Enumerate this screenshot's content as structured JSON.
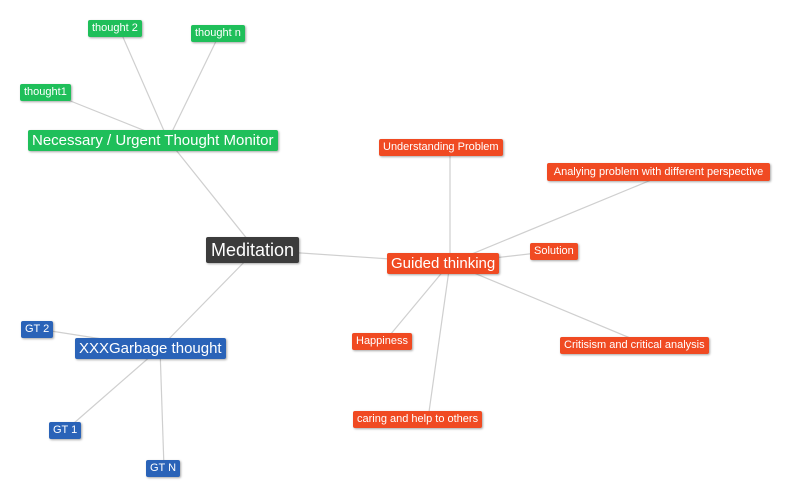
{
  "central": {
    "label": "Meditation"
  },
  "branches": {
    "monitor": {
      "label": "Necessary / Urgent Thought Monitor",
      "children": [
        "thought1",
        "thought 2",
        "thought n"
      ]
    },
    "guided": {
      "label": "Guided thinking",
      "children": [
        "Understanding Problem",
        "Analying problem with different perspective",
        "Solution",
        "Critisism and critical analysis",
        "caring and help to others",
        "Happiness"
      ]
    },
    "garbage": {
      "label": "XXXGarbage thought",
      "children": [
        "GT 2",
        "GT 1",
        "GT N"
      ]
    }
  },
  "colors": {
    "monitor": "#1fbf5a",
    "guided": "#f04a22",
    "garbage": "#2a63b8",
    "central": "#3c3c3c",
    "edge": "#cfcfcf"
  }
}
